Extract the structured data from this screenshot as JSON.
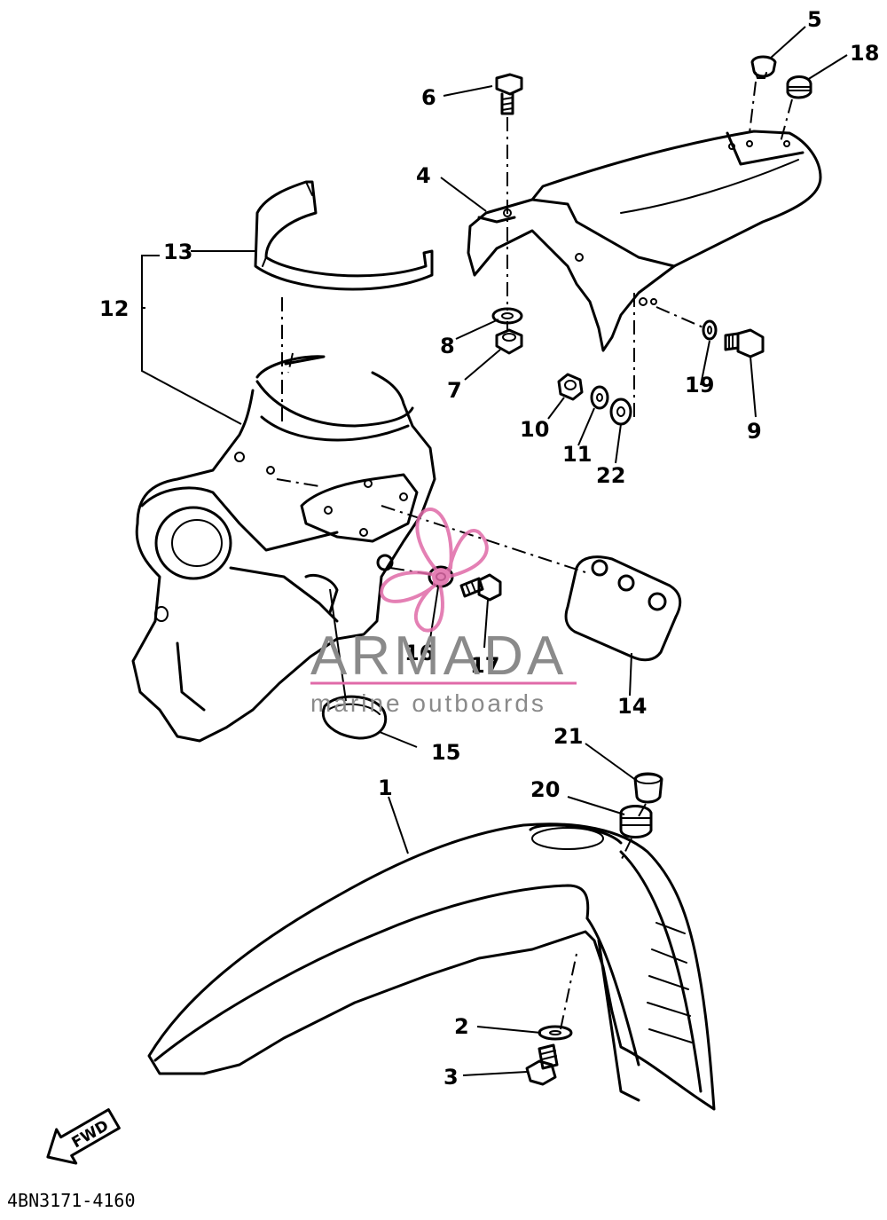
{
  "diagram": {
    "drawing_code": "4BN3171-4160",
    "direction_label": "FWD",
    "callouts": [
      "1",
      "2",
      "3",
      "4",
      "5",
      "6",
      "7",
      "8",
      "9",
      "10",
      "11",
      "12",
      "13",
      "14",
      "15",
      "16",
      "17",
      "18",
      "19",
      "20",
      "21",
      "22"
    ]
  },
  "watermark": {
    "brand": "ARMADA",
    "tagline": "marine outboards",
    "color_accent": "#e06aa8",
    "color_text": "#8a8a8a"
  }
}
